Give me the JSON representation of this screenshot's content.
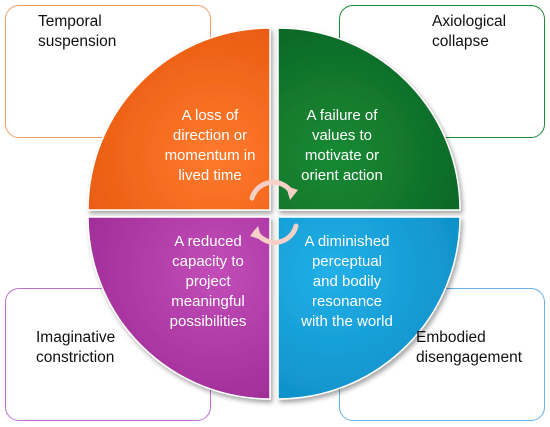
{
  "diagram": {
    "quadrants": [
      {
        "id": "top-left",
        "corner_label": "Temporal\nsuspension",
        "description": "A loss of\ndirection or\nmomentum in\nlived time",
        "color": "#F26B21",
        "border_color": "#F2A06A"
      },
      {
        "id": "top-right",
        "corner_label": "Axiological\ncollapse",
        "description": "A failure of\nvalues to\nmotivate or\norient action",
        "color": "#137A2E",
        "border_color": "#1E8A35"
      },
      {
        "id": "bottom-left",
        "corner_label": "Imaginative\nconstriction",
        "description": "A reduced\ncapacity to\nproject\nmeaningful\npossibilities",
        "color": "#B13AA8",
        "border_color": "#C070D0"
      },
      {
        "id": "bottom-right",
        "corner_label": "Embodied\ndisengagement",
        "description": "A diminished\nperceptual\nand bodily\nresonance\nwith the world",
        "color": "#12A2DC",
        "border_color": "#66B3E8"
      }
    ],
    "cycle_icon": "circular-arrows-icon"
  }
}
